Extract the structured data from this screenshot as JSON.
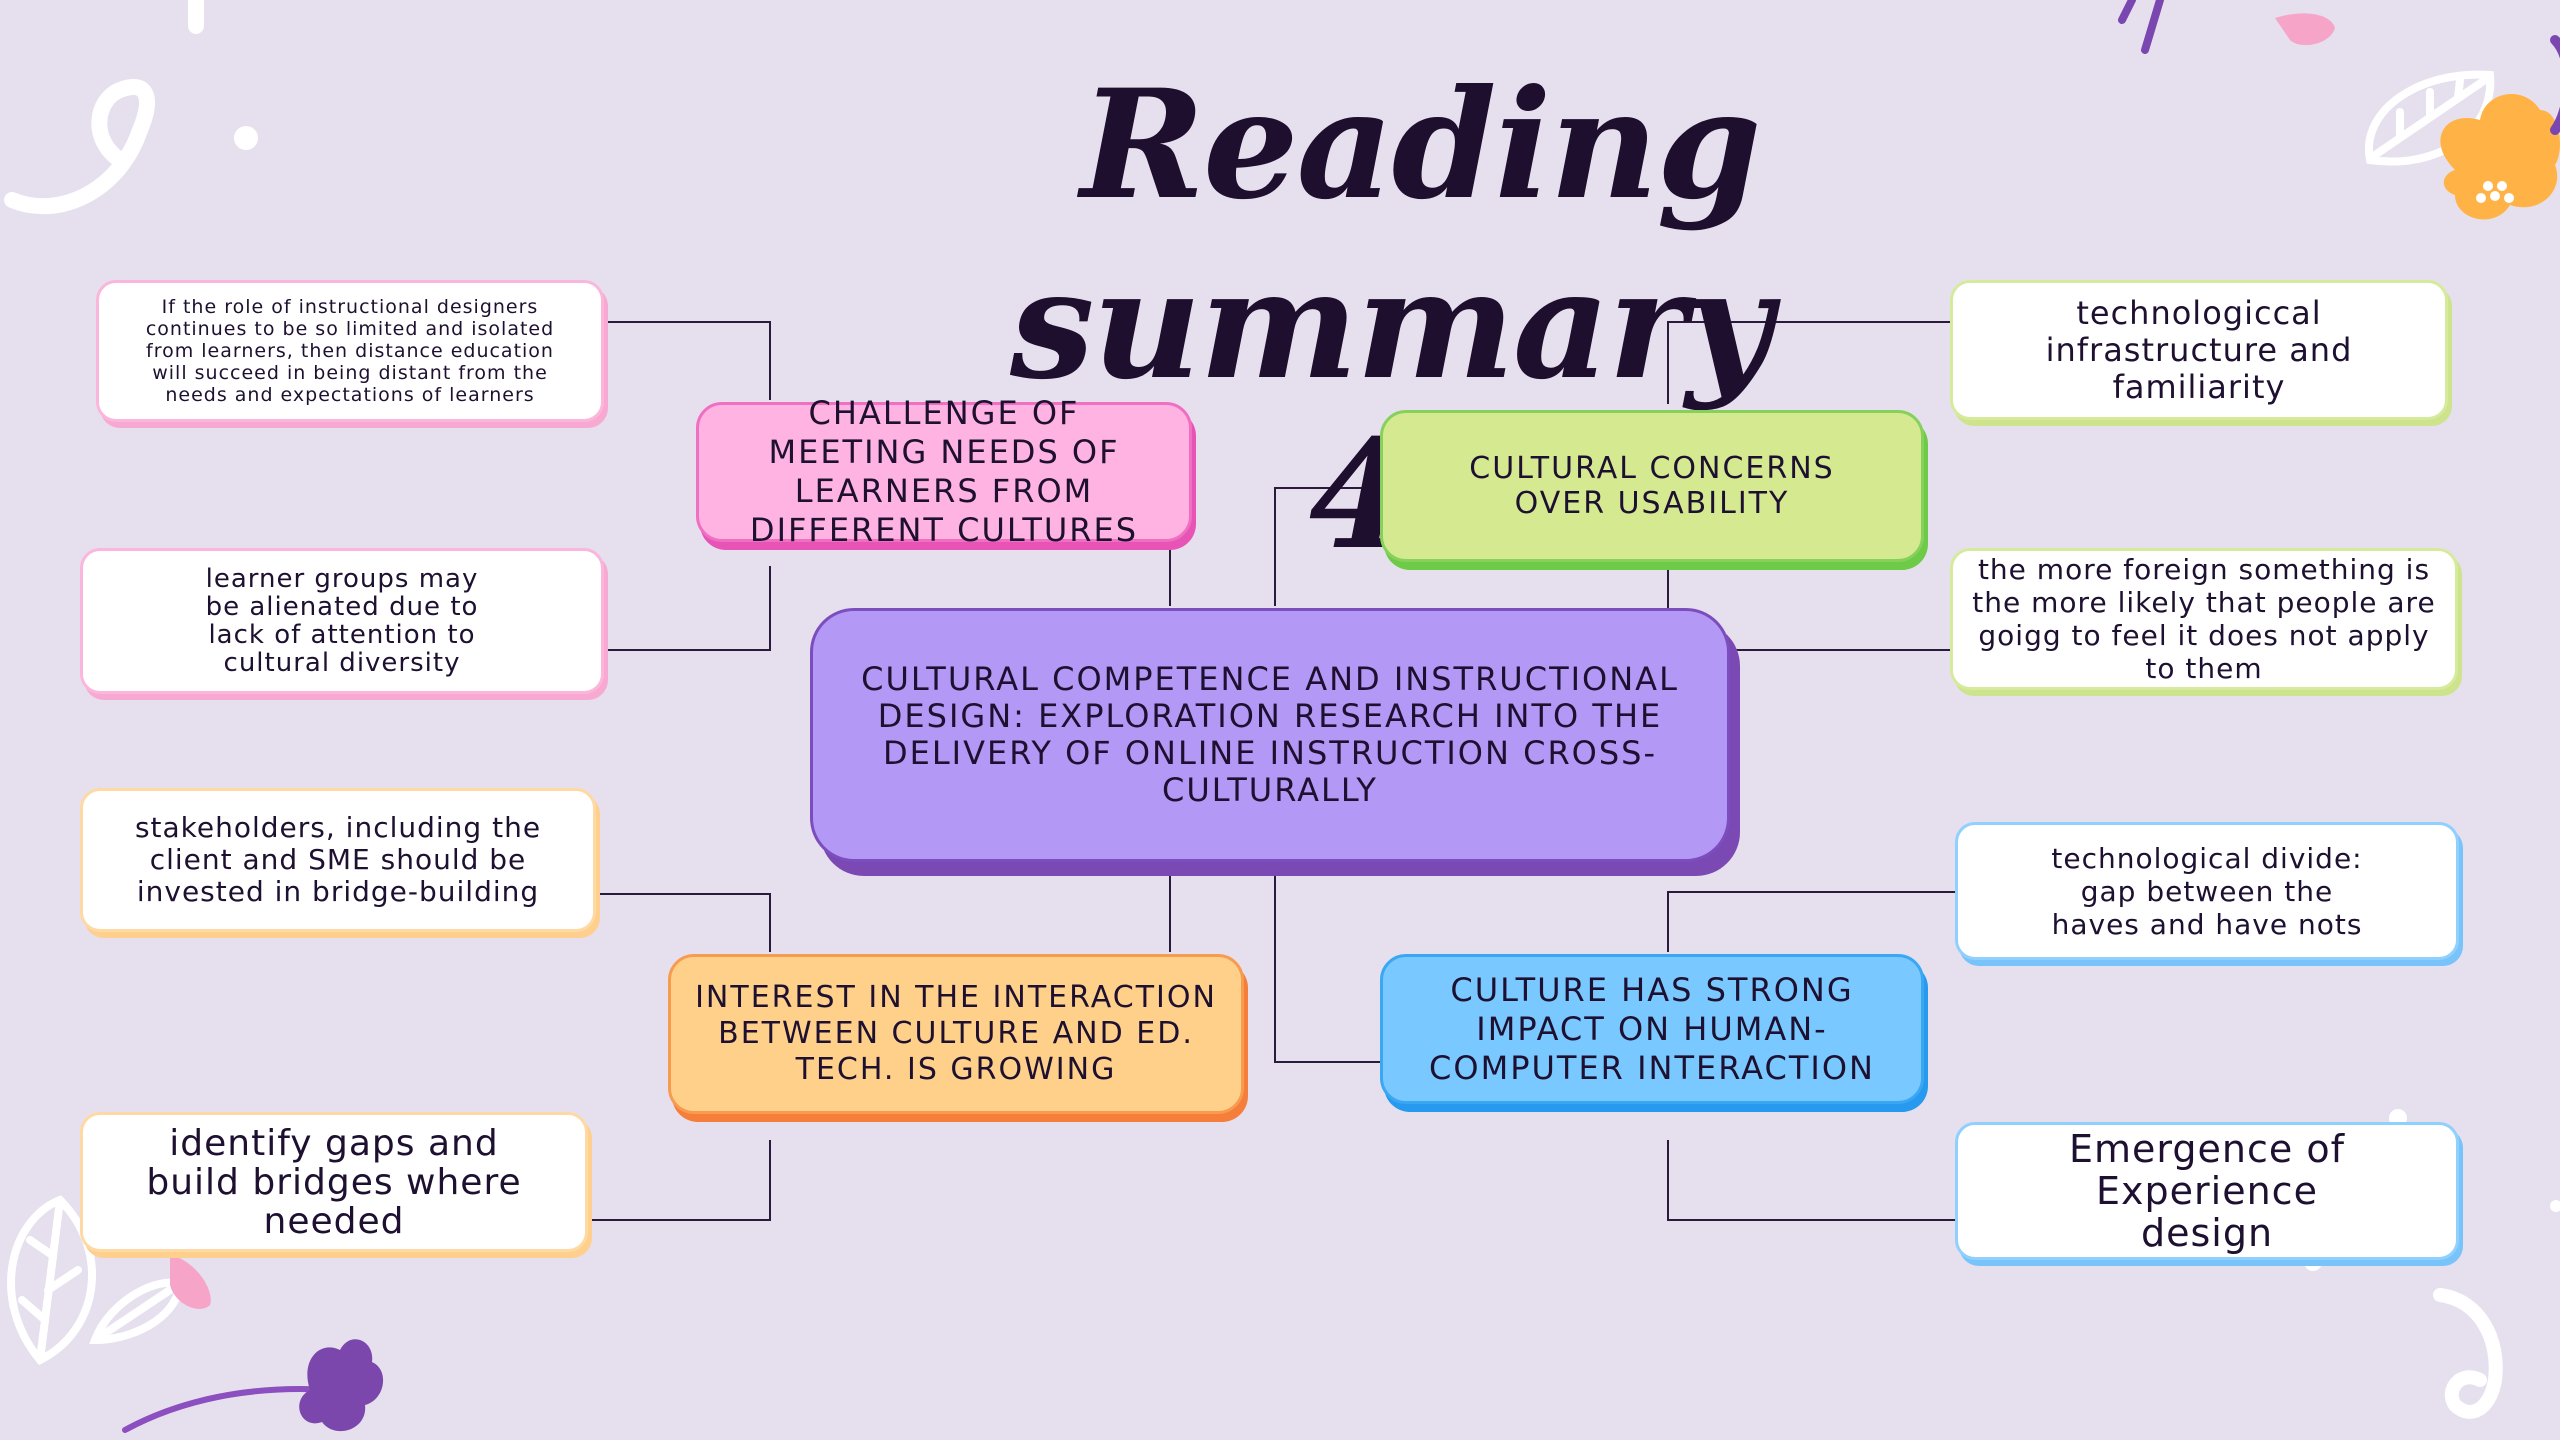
{
  "title": {
    "line1": "Reading",
    "line2": "summary  4"
  },
  "central": {
    "text": "CULTURAL COMPETENCE AND INSTRUCTIONAL DESIGN: EXPLORATION RESEARCH INTO THE DELIVERY OF ONLINE INSTRUCTION CROSS-CULTURALLY"
  },
  "branches": {
    "challenge": "CHALLENGE OF MEETING NEEDS OF LEARNERS FROM DIFFERENT CULTURES",
    "usability": "CULTURAL CONCERNS OVER USABILITY",
    "interest": "INTEREST IN THE INTERACTION BETWEEN CULTURE AND ED. TECH. IS GROWING",
    "hci": "CULTURE HAS STRONG IMPACT ON HUMAN-COMPUTER INTERACTION"
  },
  "notes": {
    "designers": "If the role of instructional designers continues to be so limited and isolated from learners, then distance education will succeed in being distant from the needs and expectations of learners",
    "alienated": "learner groups may be alienated due to lack of attention to cultural diversity",
    "stakeholders": "stakeholders, including the client and SME should be invested in bridge-building",
    "gaps": "identify gaps and build bridges where needed",
    "infrastructure": "technologiccal infrastructure and familiarity",
    "foreign": "the more foreign something is the more likely that people are goigg to feel it does not apply to them",
    "divide": "technological divide: gap between the haves and have nots",
    "experience": "Emergence of Experience design"
  },
  "colors": {
    "background": "#e6e0ee",
    "central": "#b398f5",
    "pink": "#ffb3e2",
    "green": "#d5e990",
    "orange": "#ffd08a",
    "blue": "#79c8ff",
    "line": "#2a1a3c",
    "title": "#1e0f2e"
  },
  "decorations": [
    "spiral-doodle",
    "leaf-icon",
    "flower-icon",
    "petal-shape",
    "twig-doodle"
  ]
}
